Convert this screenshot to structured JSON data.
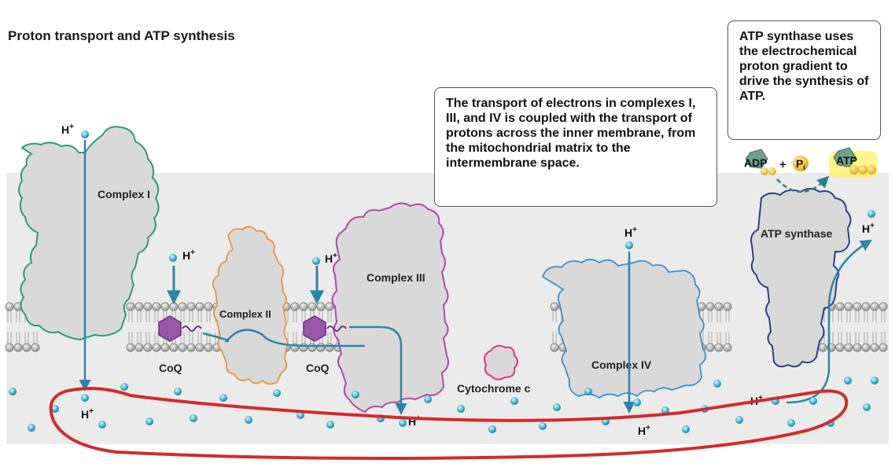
{
  "title": "Proton transport and ATP synthesis",
  "callouts": {
    "coupling": "The transport of electrons in complexes I, III, and IV is coupled with the transport of protons across the inner membrane, from the mitochondrial matrix to the intermembrane space.",
    "atp_synthase": "ATP synthase uses the electrochemical proton gradient to drive the synthesis of ATP."
  },
  "labels": {
    "complex1": "Complex I",
    "complex2": "Complex II",
    "complex3": "Complex III",
    "complex4": "Complex IV",
    "atp_synthase": "ATP synthase",
    "coq": "CoQ",
    "cytochrome": "Cytochrome c",
    "proton": "H",
    "proton_sup": "+",
    "adp": "ADP",
    "plus": "+",
    "pi": "P",
    "pi_sub": "i",
    "atp": "ATP"
  },
  "colors": {
    "complex1": "#2a9d7c",
    "complex2": "#f0923a",
    "complex3": "#b04aa6",
    "complex4": "#3b8fd1",
    "atp_synthase": "#2d3f8c",
    "arrow": "#2a86a8",
    "proton": "#3fb8d8",
    "annotation": "#d42a2a",
    "membrane": "#c9c9c9"
  }
}
